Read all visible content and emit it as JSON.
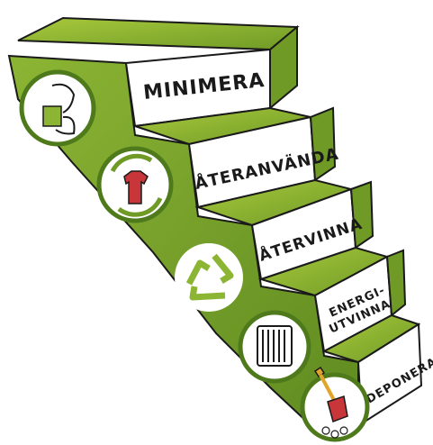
{
  "steps": [
    {
      "label": "MINIMERA",
      "icon": "hand-cup-icon"
    },
    {
      "label": "ÅTERANVÄNDA",
      "icon": "reuse-shirt-icon"
    },
    {
      "label": "ÅTERVINNA",
      "icon": "recycle-arrows-icon"
    },
    {
      "label": "ENERGI-",
      "label2": "UTVINNA",
      "icon": "radiator-icon"
    },
    {
      "label": "DEPONERA",
      "icon": "shovel-icon"
    }
  ],
  "colors": {
    "green_light": "#9cc23a",
    "green_mid": "#7aa52a",
    "green_dark": "#4f7a1c",
    "face": "#ffffff",
    "outline": "#1a1a1a",
    "accent_red": "#c8363a"
  }
}
